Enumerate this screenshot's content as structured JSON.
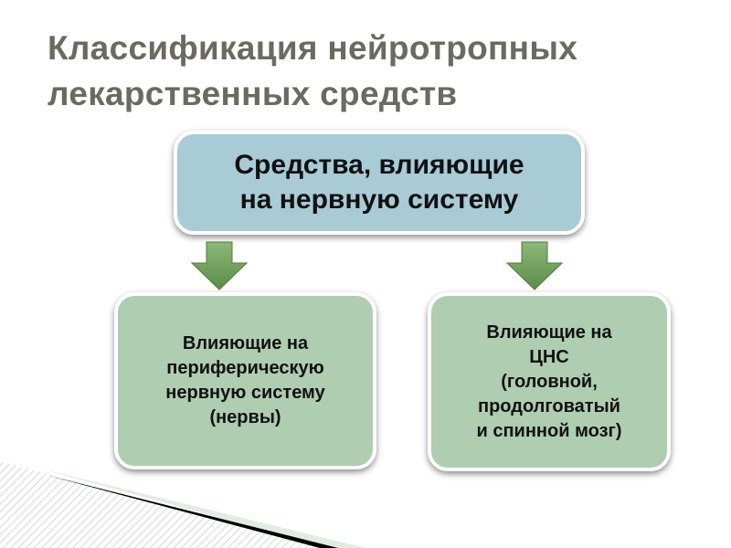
{
  "title": [
    "Классификация нейротропных",
    "лекарственных средств"
  ],
  "top_box": [
    "Средства, влияющие",
    "на нервную систему"
  ],
  "left_box": [
    "Влияющие на",
    "периферическую",
    "нервную систему",
    "(нервы)"
  ],
  "right_box": [
    "Влияющие на",
    "ЦНС",
    "(головной,",
    "продолговатый",
    "и спинной мозг)"
  ],
  "colors": {
    "top_fill": "#a9cbd5",
    "bottom_fill": "#afcdb0",
    "arrow": "#6f9e5c",
    "title": "#6a6a60"
  }
}
